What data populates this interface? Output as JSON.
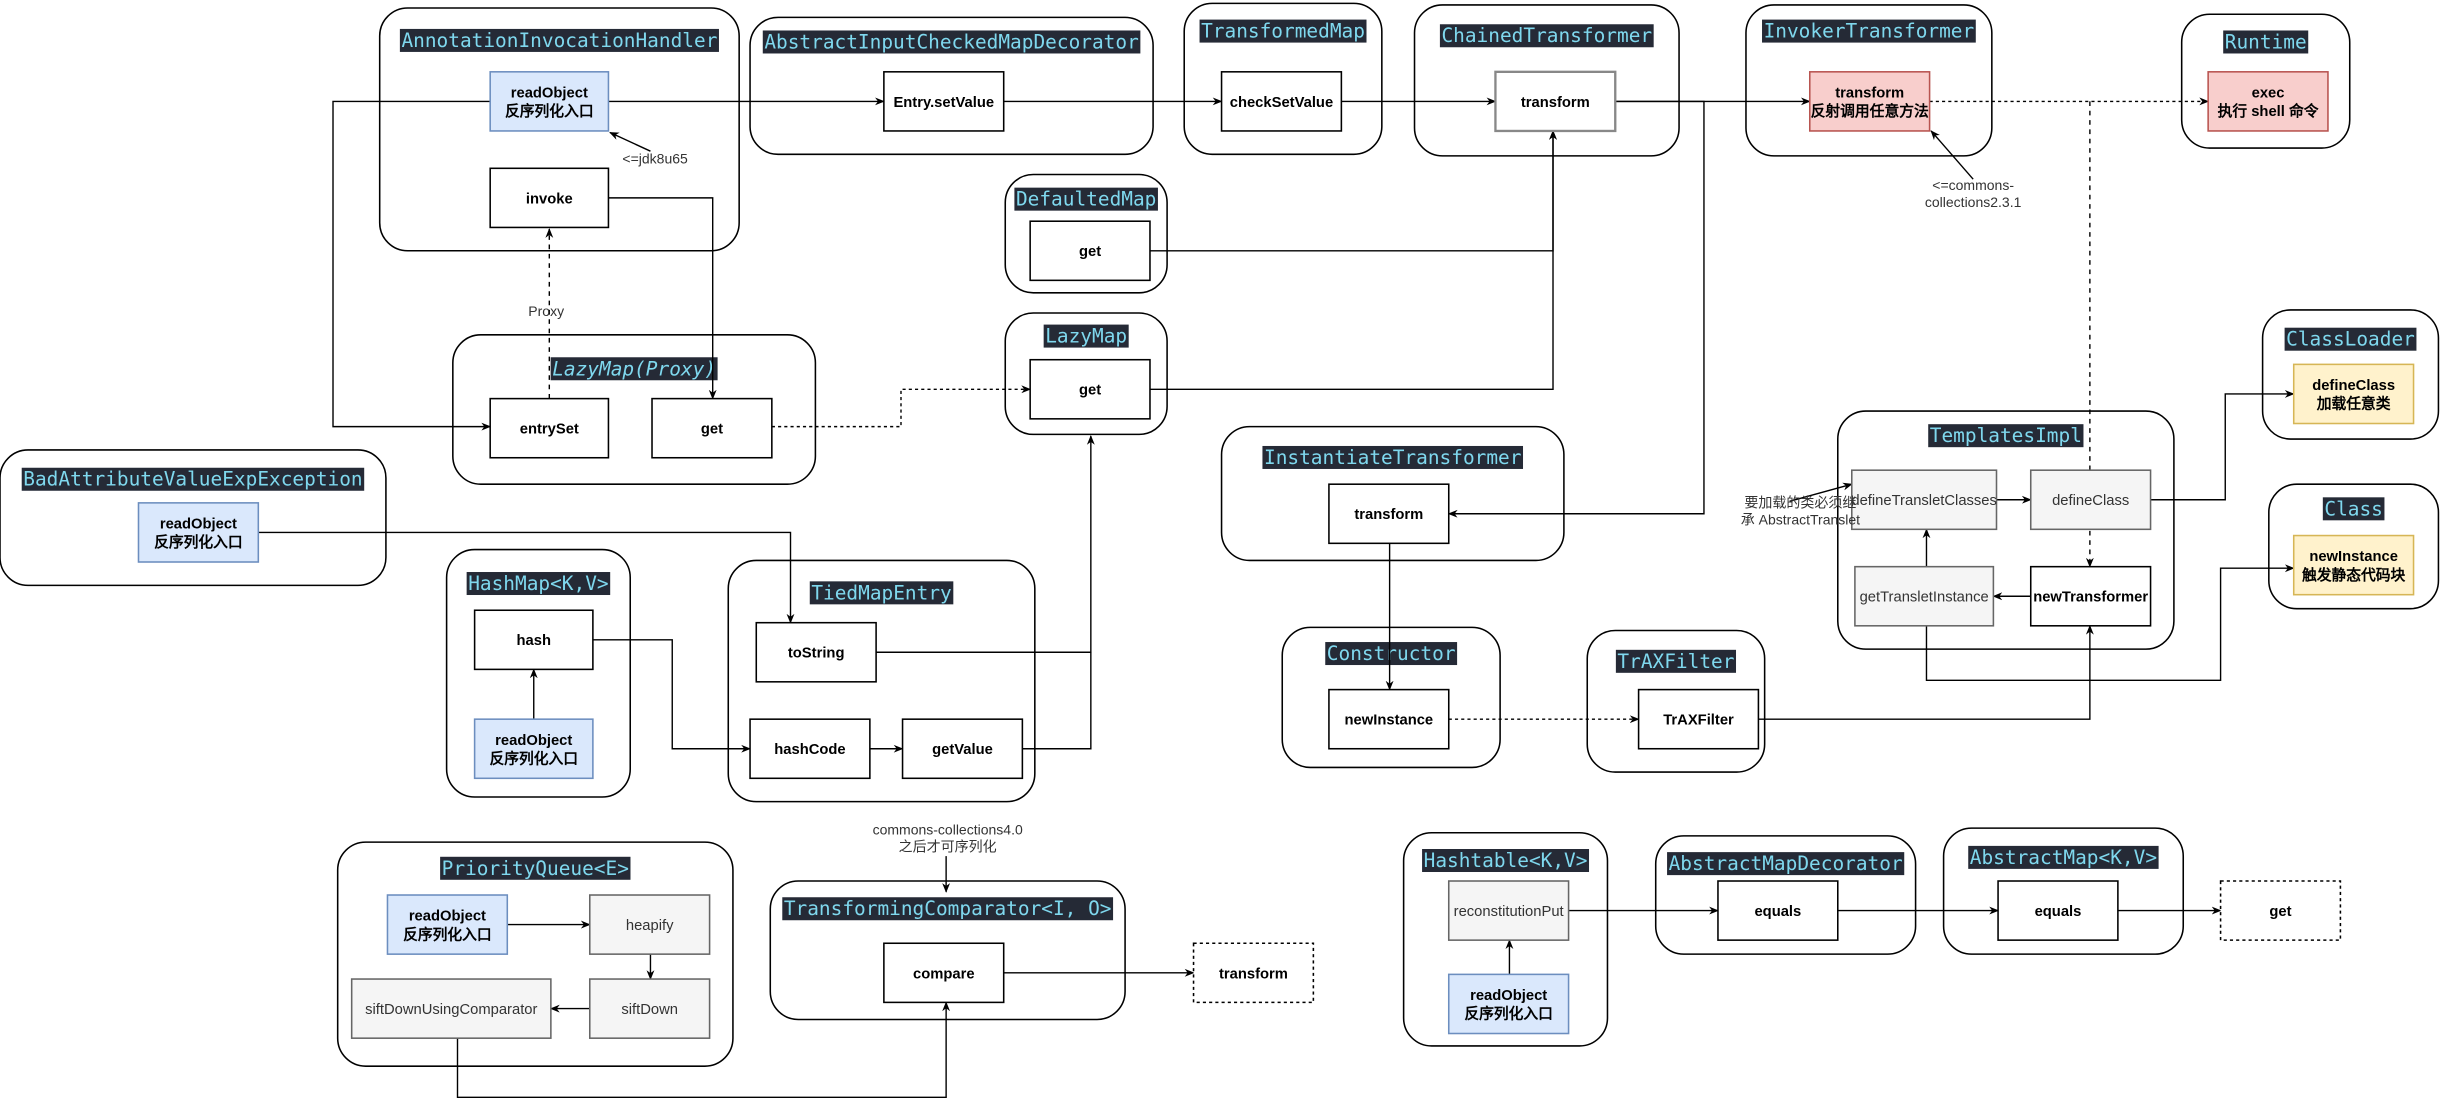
{
  "containers": [
    {
      "id": "aih",
      "title": "AnnotationInvocationHandler",
      "nodes": [
        {
          "id": "aih_read",
          "label": [
            "readObject",
            "反序列化入口"
          ]
        },
        {
          "id": "aih_invoke",
          "label": [
            "invoke"
          ]
        }
      ]
    },
    {
      "id": "aicmd",
      "title": "AbstractInputCheckedMapDecorator",
      "nodes": [
        {
          "id": "aicmd_set",
          "label": [
            "Entry.setValue"
          ]
        }
      ]
    },
    {
      "id": "tm",
      "title": "TransformedMap",
      "nodes": [
        {
          "id": "tm_check",
          "label": [
            "checkSetValue"
          ]
        }
      ]
    },
    {
      "id": "ct",
      "title": "ChainedTransformer",
      "nodes": [
        {
          "id": "ct_tr",
          "label": [
            "transform"
          ]
        }
      ]
    },
    {
      "id": "it",
      "title": "InvokerTransformer",
      "nodes": [
        {
          "id": "it_tr",
          "label": [
            "transform",
            "反射调用任意方法"
          ]
        }
      ]
    },
    {
      "id": "rt",
      "title": "Runtime",
      "nodes": [
        {
          "id": "rt_exec",
          "label": [
            "exec",
            "执行 shell 命令"
          ]
        }
      ]
    },
    {
      "id": "dm",
      "title": "DefaultedMap",
      "nodes": [
        {
          "id": "dm_get",
          "label": [
            "get"
          ]
        }
      ]
    },
    {
      "id": "lm",
      "title": "LazyMap",
      "nodes": [
        {
          "id": "lm_get",
          "label": [
            "get"
          ]
        }
      ]
    },
    {
      "id": "lmp",
      "title": "LazyMap(Proxy)",
      "nodes": [
        {
          "id": "lmp_entry",
          "label": [
            "entrySet"
          ]
        },
        {
          "id": "lmp_get",
          "label": [
            "get"
          ]
        }
      ]
    },
    {
      "id": "bav",
      "title": "BadAttributeValueExpException",
      "nodes": [
        {
          "id": "bav_read",
          "label": [
            "readObject",
            "反序列化入口"
          ]
        }
      ]
    },
    {
      "id": "hm",
      "title": "HashMap<K,V>",
      "nodes": [
        {
          "id": "hm_hash",
          "label": [
            "hash"
          ]
        },
        {
          "id": "hm_read",
          "label": [
            "readObject",
            "反序列化入口"
          ]
        }
      ]
    },
    {
      "id": "tme",
      "title": "TiedMapEntry",
      "nodes": [
        {
          "id": "tme_ts",
          "label": [
            "toString"
          ]
        },
        {
          "id": "tme_hc",
          "label": [
            "hashCode"
          ]
        },
        {
          "id": "tme_gv",
          "label": [
            "getValue"
          ]
        }
      ]
    },
    {
      "id": "inst",
      "title": "InstantiateTransformer",
      "nodes": [
        {
          "id": "inst_tr",
          "label": [
            "transform"
          ]
        }
      ]
    },
    {
      "id": "con",
      "title": "Constructor",
      "nodes": [
        {
          "id": "con_ni",
          "label": [
            "newInstance"
          ]
        }
      ]
    },
    {
      "id": "trax",
      "title": "TrAXFilter",
      "nodes": [
        {
          "id": "trax_n",
          "label": [
            "TrAXFilter"
          ]
        }
      ]
    },
    {
      "id": "ti",
      "title": "TemplatesImpl",
      "nodes": [
        {
          "id": "ti_dtc",
          "label": [
            "defineTransletClasses"
          ]
        },
        {
          "id": "ti_dc",
          "label": [
            "defineClass"
          ]
        },
        {
          "id": "ti_gti",
          "label": [
            "getTransletInstance"
          ]
        },
        {
          "id": "ti_nt",
          "label": [
            "newTransformer"
          ]
        }
      ]
    },
    {
      "id": "cl",
      "title": "ClassLoader",
      "nodes": [
        {
          "id": "cl_dc",
          "label": [
            "defineClass",
            "加载任意类"
          ]
        }
      ]
    },
    {
      "id": "cls",
      "title": "Class",
      "nodes": [
        {
          "id": "cls_ni",
          "label": [
            "newInstance",
            "触发静态代码块"
          ]
        }
      ]
    },
    {
      "id": "pq",
      "title": "PriorityQueue<E>",
      "nodes": [
        {
          "id": "pq_read",
          "label": [
            "readObject",
            "反序列化入口"
          ]
        },
        {
          "id": "pq_heap",
          "label": [
            "heapify"
          ]
        },
        {
          "id": "pq_sduc",
          "label": [
            "siftDownUsingComparator"
          ]
        },
        {
          "id": "pq_sd",
          "label": [
            "siftDown"
          ]
        }
      ]
    },
    {
      "id": "tc",
      "title": "TransformingComparator<I, O>",
      "nodes": [
        {
          "id": "tc_cmp",
          "label": [
            "compare"
          ]
        }
      ]
    },
    {
      "id": "ht",
      "title": "Hashtable<K,V>",
      "nodes": [
        {
          "id": "ht_rp",
          "label": [
            "reconstitutionPut"
          ]
        },
        {
          "id": "ht_read",
          "label": [
            "readObject",
            "反序列化入口"
          ]
        }
      ]
    },
    {
      "id": "amd",
      "title": "AbstractMapDecorator",
      "nodes": [
        {
          "id": "amd_eq",
          "label": [
            "equals"
          ]
        }
      ]
    },
    {
      "id": "am",
      "title": "AbstractMap<K,V>",
      "nodes": [
        {
          "id": "am_eq",
          "label": [
            "equals"
          ]
        }
      ]
    }
  ],
  "free_nodes": [
    {
      "id": "free_transform",
      "label": [
        "transform"
      ]
    },
    {
      "id": "free_get",
      "label": [
        "get"
      ]
    }
  ],
  "annotations": [
    {
      "id": "a_jdk",
      "lines": [
        "<=jdk8u65"
      ]
    },
    {
      "id": "a_proxy",
      "lines": [
        "Proxy"
      ]
    },
    {
      "id": "a_cc",
      "lines": [
        "<=commons-",
        "collections2.3.1"
      ]
    },
    {
      "id": "a_abs",
      "lines": [
        "要加载的类必须继",
        "承 AbstractTranslet"
      ]
    },
    {
      "id": "a_cc4",
      "lines": [
        "commons-collections4.0",
        "之后才可序列化"
      ]
    }
  ]
}
